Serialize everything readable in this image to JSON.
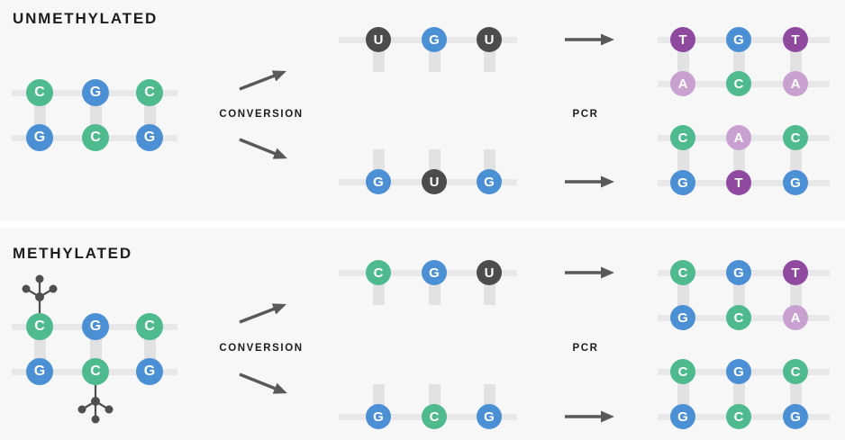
{
  "palette": {
    "panel_background": "#f7f7f8",
    "divider": "#ffffff",
    "strand_line": "#e8e8ea",
    "rung": "#e2e2e4",
    "arrow": "#58595b",
    "text": "#1d1d1f",
    "base_letter": "#ffffff",
    "methyl": "#4e4f51"
  },
  "base_colors": {
    "C": "#4eba8d",
    "G": "#4b8fd4",
    "U": "#4a4c4e",
    "T": "#8f4a9f",
    "A": "#c8a1d1"
  },
  "sections": [
    {
      "id": "unmethylated",
      "title": "UNMETHYLATED",
      "conversion_label": "CONVERSION",
      "pcr_label": "PCR",
      "source_duplex": {
        "top_strand": [
          "C",
          "G",
          "C"
        ],
        "bottom_strand": [
          "G",
          "C",
          "G"
        ],
        "methyl_top_index": null,
        "methyl_bottom_index": null
      },
      "converted_strands": {
        "top_strand": [
          "U",
          "G",
          "U"
        ],
        "bottom_strand": [
          "G",
          "U",
          "G"
        ]
      },
      "product_duplexes": [
        {
          "top_strand": [
            "T",
            "G",
            "T"
          ],
          "bottom_strand": [
            "A",
            "C",
            "A"
          ]
        },
        {
          "top_strand": [
            "C",
            "A",
            "C"
          ],
          "bottom_strand": [
            "G",
            "T",
            "G"
          ]
        }
      ]
    },
    {
      "id": "methylated",
      "title": "METHYLATED",
      "conversion_label": "CONVERSION",
      "pcr_label": "PCR",
      "source_duplex": {
        "top_strand": [
          "C",
          "G",
          "C"
        ],
        "bottom_strand": [
          "G",
          "C",
          "G"
        ],
        "methyl_top_index": 0,
        "methyl_bottom_index": 1
      },
      "converted_strands": {
        "top_strand": [
          "C",
          "G",
          "U"
        ],
        "bottom_strand": [
          "G",
          "C",
          "G"
        ]
      },
      "product_duplexes": [
        {
          "top_strand": [
            "C",
            "G",
            "T"
          ],
          "bottom_strand": [
            "G",
            "C",
            "A"
          ]
        },
        {
          "top_strand": [
            "C",
            "G",
            "C"
          ],
          "bottom_strand": [
            "G",
            "C",
            "G"
          ]
        }
      ]
    }
  ]
}
